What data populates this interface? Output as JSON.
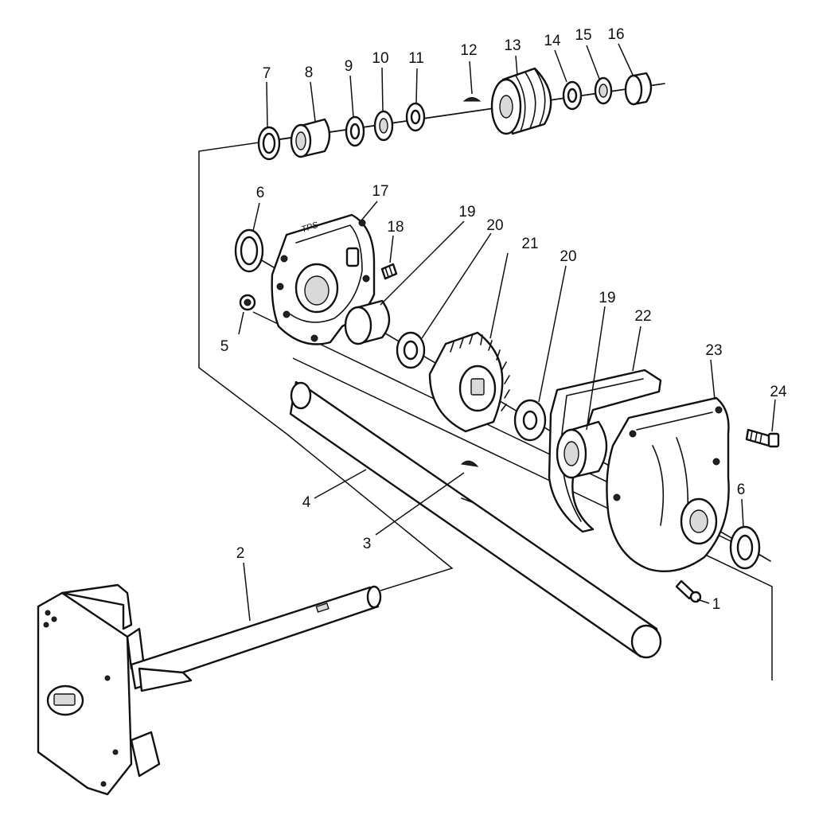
{
  "callouts": [
    {
      "id": "c1",
      "text": "1"
    },
    {
      "id": "c2",
      "text": "2"
    },
    {
      "id": "c3",
      "text": "3"
    },
    {
      "id": "c4",
      "text": "4"
    },
    {
      "id": "c5",
      "text": "5"
    },
    {
      "id": "c6a",
      "text": "6"
    },
    {
      "id": "c6b",
      "text": "6"
    },
    {
      "id": "c7",
      "text": "7"
    },
    {
      "id": "c8",
      "text": "8"
    },
    {
      "id": "c9",
      "text": "9"
    },
    {
      "id": "c10",
      "text": "10"
    },
    {
      "id": "c11",
      "text": "11"
    },
    {
      "id": "c12",
      "text": "12"
    },
    {
      "id": "c13",
      "text": "13"
    },
    {
      "id": "c14",
      "text": "14"
    },
    {
      "id": "c15",
      "text": "15"
    },
    {
      "id": "c16",
      "text": "16"
    },
    {
      "id": "c17",
      "text": "17"
    },
    {
      "id": "c18",
      "text": "18"
    },
    {
      "id": "c19a",
      "text": "19"
    },
    {
      "id": "c19b",
      "text": "19"
    },
    {
      "id": "c20a",
      "text": "20"
    },
    {
      "id": "c20b",
      "text": "20"
    },
    {
      "id": "c21",
      "text": "21"
    },
    {
      "id": "c22",
      "text": "22"
    },
    {
      "id": "c23",
      "text": "23"
    },
    {
      "id": "c24",
      "text": "24"
    }
  ],
  "stamp_text": "TPS"
}
